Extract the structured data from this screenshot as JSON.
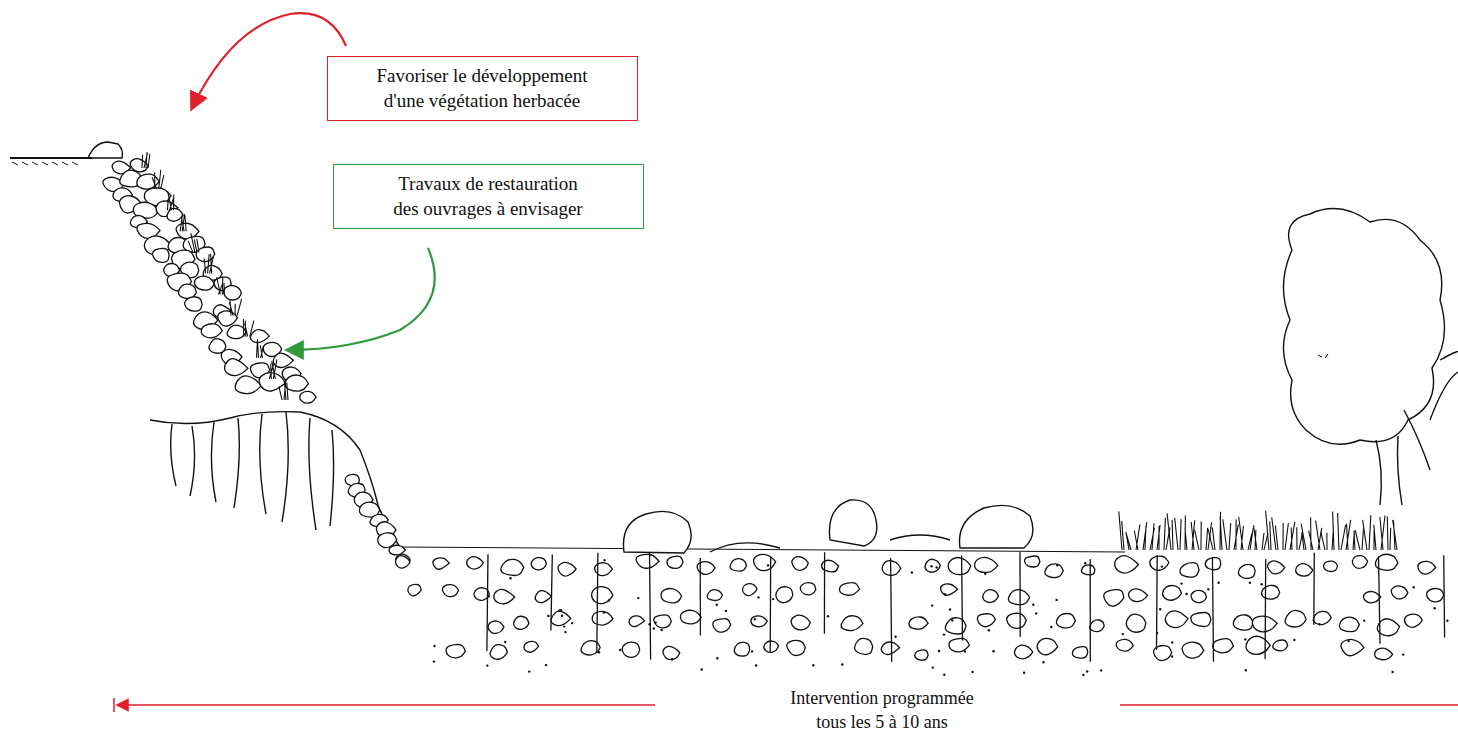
{
  "diagram": {
    "nodes": [
      {
        "text": [
          "Favoriser le développement d'une végétation herbacée"
        ]
      },
      {
        "text": [
          "Travaux de restauration des ouvrages à envisager"
        ]
      }
    ],
    "labels": [
      "Intervention programmée tous les 5 à 10 ans"
    ]
  }
}
